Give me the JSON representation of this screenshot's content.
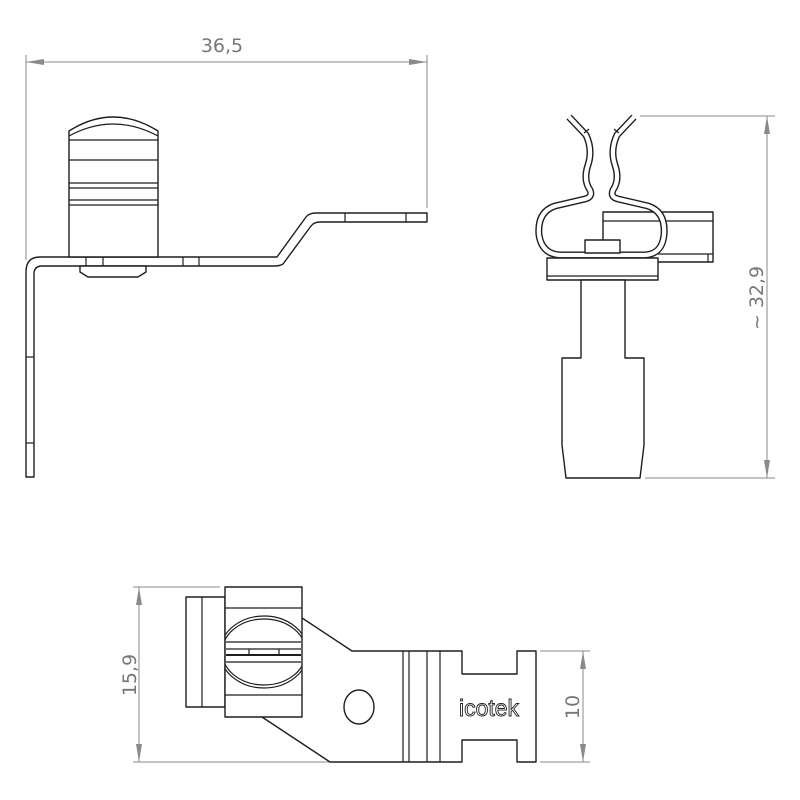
{
  "dimensions": {
    "width_top": "36,5",
    "height_side": "~ 32,9",
    "height_bottom": "15,9",
    "width_bottom": "10"
  },
  "logo_text": "icotek",
  "colors": {
    "line": "#1e1e1e",
    "dimension": "#8a8a8a"
  }
}
